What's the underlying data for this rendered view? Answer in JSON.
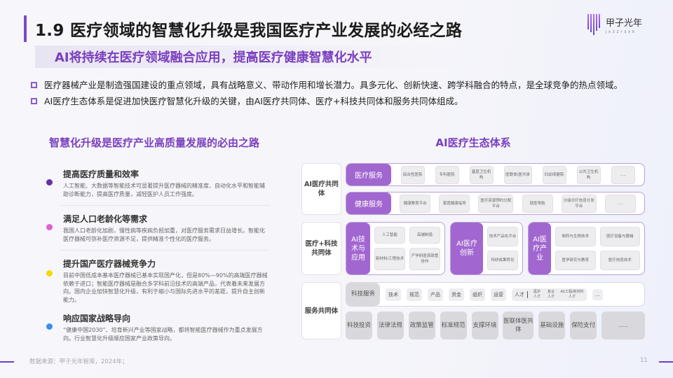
{
  "header": {
    "title": "1.9 医疗领域的智慧化升级是我国医疗产业发展的必经之路",
    "subtitle": "AI将持续在医疗领域融合应用，提高医疗健康智慧化水平",
    "logo": {
      "name": "甲子光年",
      "sub": "JAZZYEAR"
    }
  },
  "bullets": [
    "医疗器械产业是制造强国建设的重点领域，具有战略意义、带动作用和增长潜力。具多元化、创新快速、跨学科融合的特点，是全球竞争的热点领域。",
    "AI医疗生态体系是促进加快医疗智慧化升级的关键，由AI医疗共同体、医疗+科技共同体和服务共同体组成。"
  ],
  "left_panel": {
    "heading": "智慧化升级是医疗产业高质量发展的必由之路",
    "points": [
      {
        "title": "提高医疗质量和效率",
        "color": "#6a2fa8",
        "desc": "人工智能、大数据等智能技术可显著提升医疗器械的精准度、自动化水平和智能辅助诊断能力，提高医疗质量，减轻医护人员工作强度。"
      },
      {
        "title": "满足人口老龄化等需求",
        "color": "#e060d0",
        "desc": "我国人口老龄化加剧，慢性病等疾病负担加重，对医疗服务需求日益增长。智能化医疗器械可弥补医疗资源不足，提供精准个性化的医疗服务。"
      },
      {
        "title": "提升国产医疗器械竞争力",
        "color": "#f5d800",
        "desc": "目前中国低成本基本医疗器械已基本实现国产化，但是80%—90%的高端医疗器械依赖于进口；智能医疗器械是融合多学科前沿技术的高端产品，代表着未来发展方向。国内企业加快智慧化升级，有利于缩小与国际先进水平的差距，提升自主创新能力。"
      },
      {
        "title": "响应国家战略导向",
        "color": "#3a8ef0",
        "desc": "“健康中国2030”、培育新兴产业等国家战略，都将智能医疗器械作为重点发展方向。行业智慧化升级顺应国家产业政策导向。"
      }
    ]
  },
  "right_panel": {
    "heading": "AI医疗生态体系",
    "groups": {
      "ai_community": "AI医疗共同体",
      "med_tech_community": "医疗+科技共同体",
      "service_community": "服务共同体"
    },
    "medical_service": {
      "label": "医疗服务",
      "items": [
        "综合性医院",
        "专科医院",
        "基层卫生机构",
        "医联体/医共体",
        "妇幼保健院",
        "公共卫生机构",
        "....."
      ]
    },
    "health_service": {
      "label": "健康服务",
      "items": [
        "健康教育平台",
        "家庭健康指导",
        "医疗资源预约分配平台",
        "就医导航",
        "分级诊疗信息分发平台",
        "....."
      ]
    },
    "ai_tech": {
      "label": "AI技术与应用",
      "items": [
        "人工智能",
        "高端制造",
        "新材料/工程技术",
        "产学研医资政管协作"
      ]
    },
    "ai_innovation": {
      "label": "AI医疗创新",
      "items": [
        "技术产品化平台",
        "科研成果转化"
      ]
    },
    "ai_industry": {
      "label": "AI医疗产业",
      "items": [
        "制药与生物技术",
        "医疗设备与器械",
        "医学研究与教育",
        "医疗信息技术"
      ]
    },
    "tech_service": {
      "label": "科技服务",
      "items": [
        "技术",
        "规范",
        "产品",
        "资金",
        "组织",
        "运营"
      ],
      "talent": {
        "label": "人才",
        "items": [
          "医护人才",
          "复合人才",
          "AI/工程/新材料人才"
        ]
      },
      "more": "..."
    },
    "service_cells": [
      "科技投资",
      "法律法规",
      "政策监管",
      "标准规范",
      "支撑环境",
      "医联体医共体",
      "基础设施",
      "保险支付",
      "......"
    ]
  },
  "footer": {
    "source": "数据来源：甲子光年智库，2024年；",
    "page": "11"
  }
}
